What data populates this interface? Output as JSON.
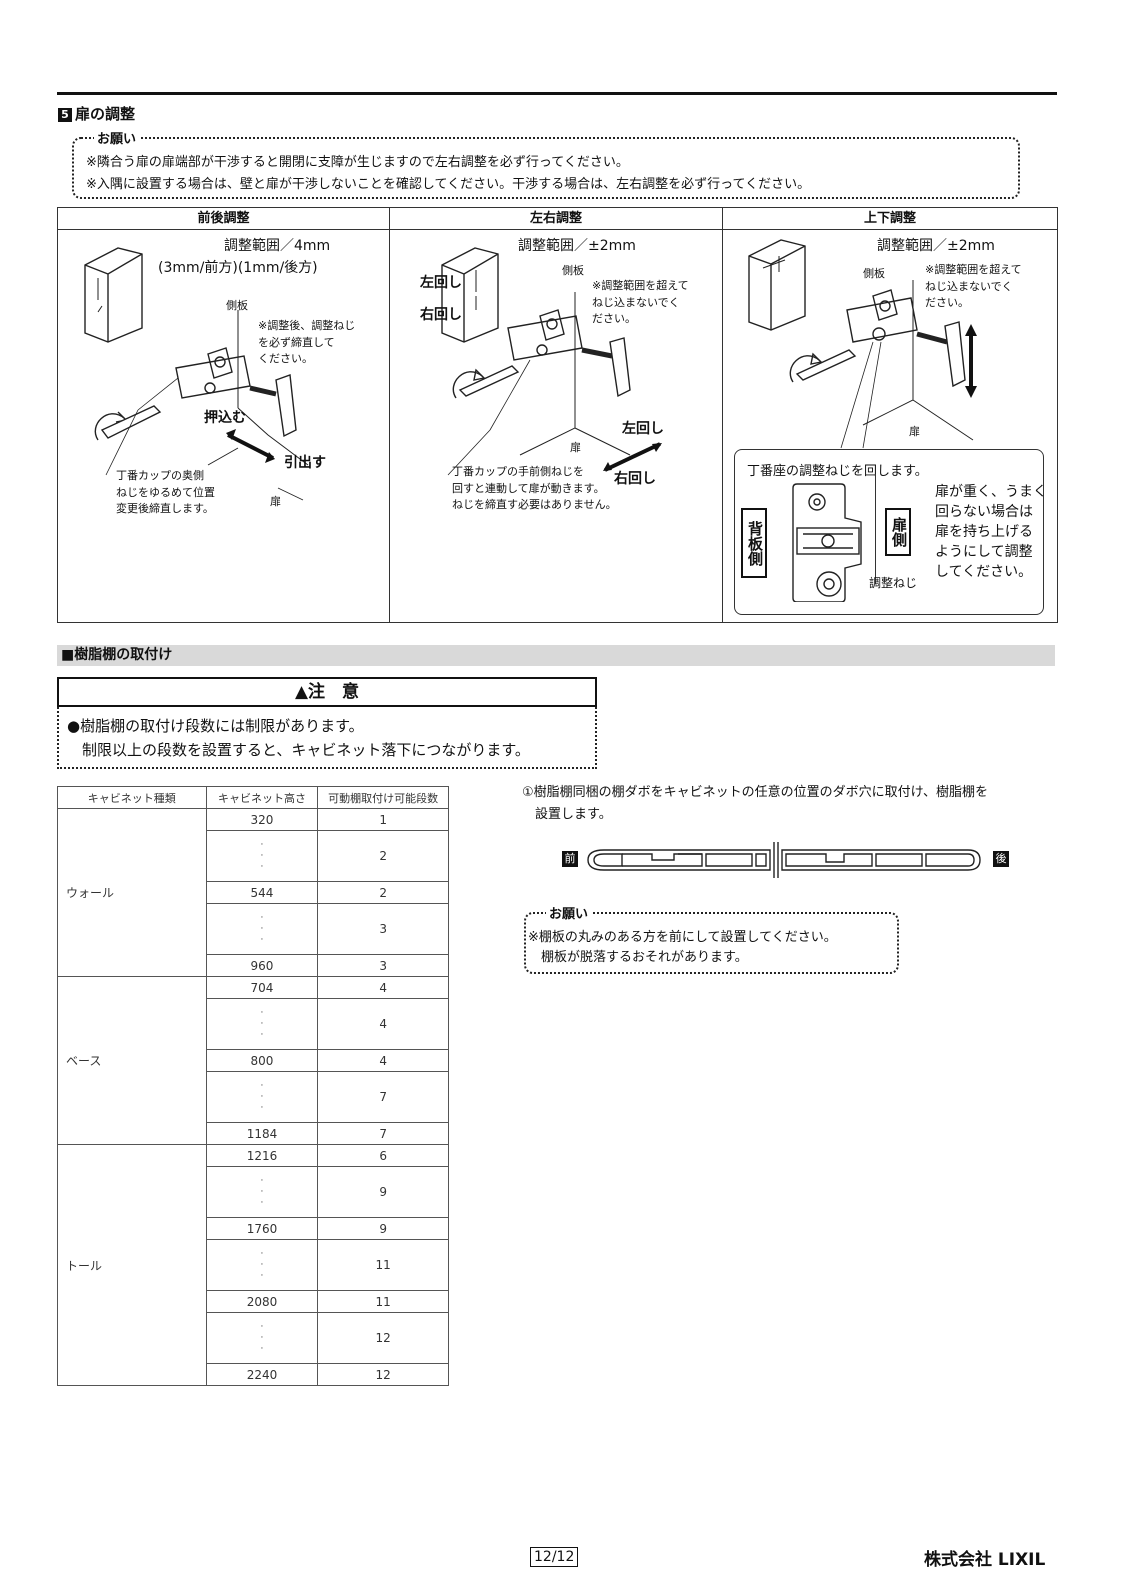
{
  "section5": {
    "number": "5",
    "title": "扉の調整",
    "notice": {
      "label": "お願い",
      "lines": [
        "※隣合う扉の扉端部が干渉すると開閉に支障が生じますので左右調整を必ず行ってください。",
        "※入隅に設置する場合は、壁と扉が干渉しないことを確認してください。干渉する場合は、左右調整を必ず行ってください。"
      ]
    },
    "front_back": {
      "heading": "前後調整",
      "range": "調整範囲／4mm",
      "range_detail": "(3mm/前方)(1mm/後方)",
      "side_panel": "側板",
      "note": "※調整後、調整ねじ\nを必ず締直して\nください。",
      "push": "押込む",
      "pull": "引出す",
      "door": "扉",
      "instruction": "丁番カップの奥側\nねじをゆるめて位置\n変更後締直します。"
    },
    "left_right": {
      "heading": "左右調整",
      "range": "調整範囲／±2mm",
      "side_panel": "側板",
      "left_turn": "左回し",
      "right_turn": "右回し",
      "note": "※調整範囲を超えて\nねじ込まないでく\nださい。",
      "door": "扉",
      "instruction": "丁番カップの手前側ねじを\n回すと連動して扉が動きます。\nねじを締直す必要はありません。"
    },
    "up_down": {
      "heading": "上下調整",
      "range": "調整範囲／±2mm",
      "side_panel": "側板",
      "note": "※調整範囲を超えて\nねじ込まないでく\nださい。",
      "door": "扉",
      "detail_title": "丁番座の調整ねじを回します。",
      "back_side": "背板側",
      "door_side": "扉側",
      "screw": "調整ねじ",
      "heavy_note": "扉が重く、うまく\n回らない場合は\n扉を持ち上げる\nようにして調整\nしてください。"
    }
  },
  "shelf_section": {
    "title": "■樹脂棚の取付け",
    "caution_title": "注　意",
    "caution_lines": [
      "●樹脂棚の取付け段数には制限があります。",
      "　制限以上の段数を設置すると、キャビネット落下につながります。"
    ],
    "table": {
      "headers": [
        "キャビネット種類",
        "キャビネット高さ",
        "可動棚取付け可能段数"
      ],
      "groups": [
        {
          "type": "ウォール",
          "rows": [
            {
              "height": "320",
              "count": "1"
            },
            {
              "height": "",
              "count": "2"
            },
            {
              "height": "544",
              "count": "2"
            },
            {
              "height": "",
              "count": "3"
            },
            {
              "height": "960",
              "count": "3"
            }
          ]
        },
        {
          "type": "ベース",
          "rows": [
            {
              "height": "704",
              "count": "4"
            },
            {
              "height": "",
              "count": "4"
            },
            {
              "height": "800",
              "count": "4"
            },
            {
              "height": "",
              "count": "7"
            },
            {
              "height": "1184",
              "count": "7"
            }
          ]
        },
        {
          "type": "トール",
          "rows": [
            {
              "height": "1216",
              "count": "6"
            },
            {
              "height": "",
              "count": "9"
            },
            {
              "height": "1760",
              "count": "9"
            },
            {
              "height": "",
              "count": "11"
            },
            {
              "height": "2080",
              "count": "11"
            },
            {
              "height": "",
              "count": "12"
            },
            {
              "height": "2240",
              "count": "12"
            }
          ]
        }
      ]
    },
    "step1": "①樹脂棚同梱の棚ダボをキャビネットの任意の位置のダボ穴に取付け、樹脂棚を\n　設置します。",
    "front_label": "前",
    "back_label": "後",
    "notice2": {
      "label": "お願い",
      "lines": [
        "※棚板の丸みのある方を前にして設置してください。",
        "　棚板が脱落するおそれがあります。"
      ]
    }
  },
  "footer": {
    "page": "12/12",
    "company": "株式会社 LIXIL"
  }
}
